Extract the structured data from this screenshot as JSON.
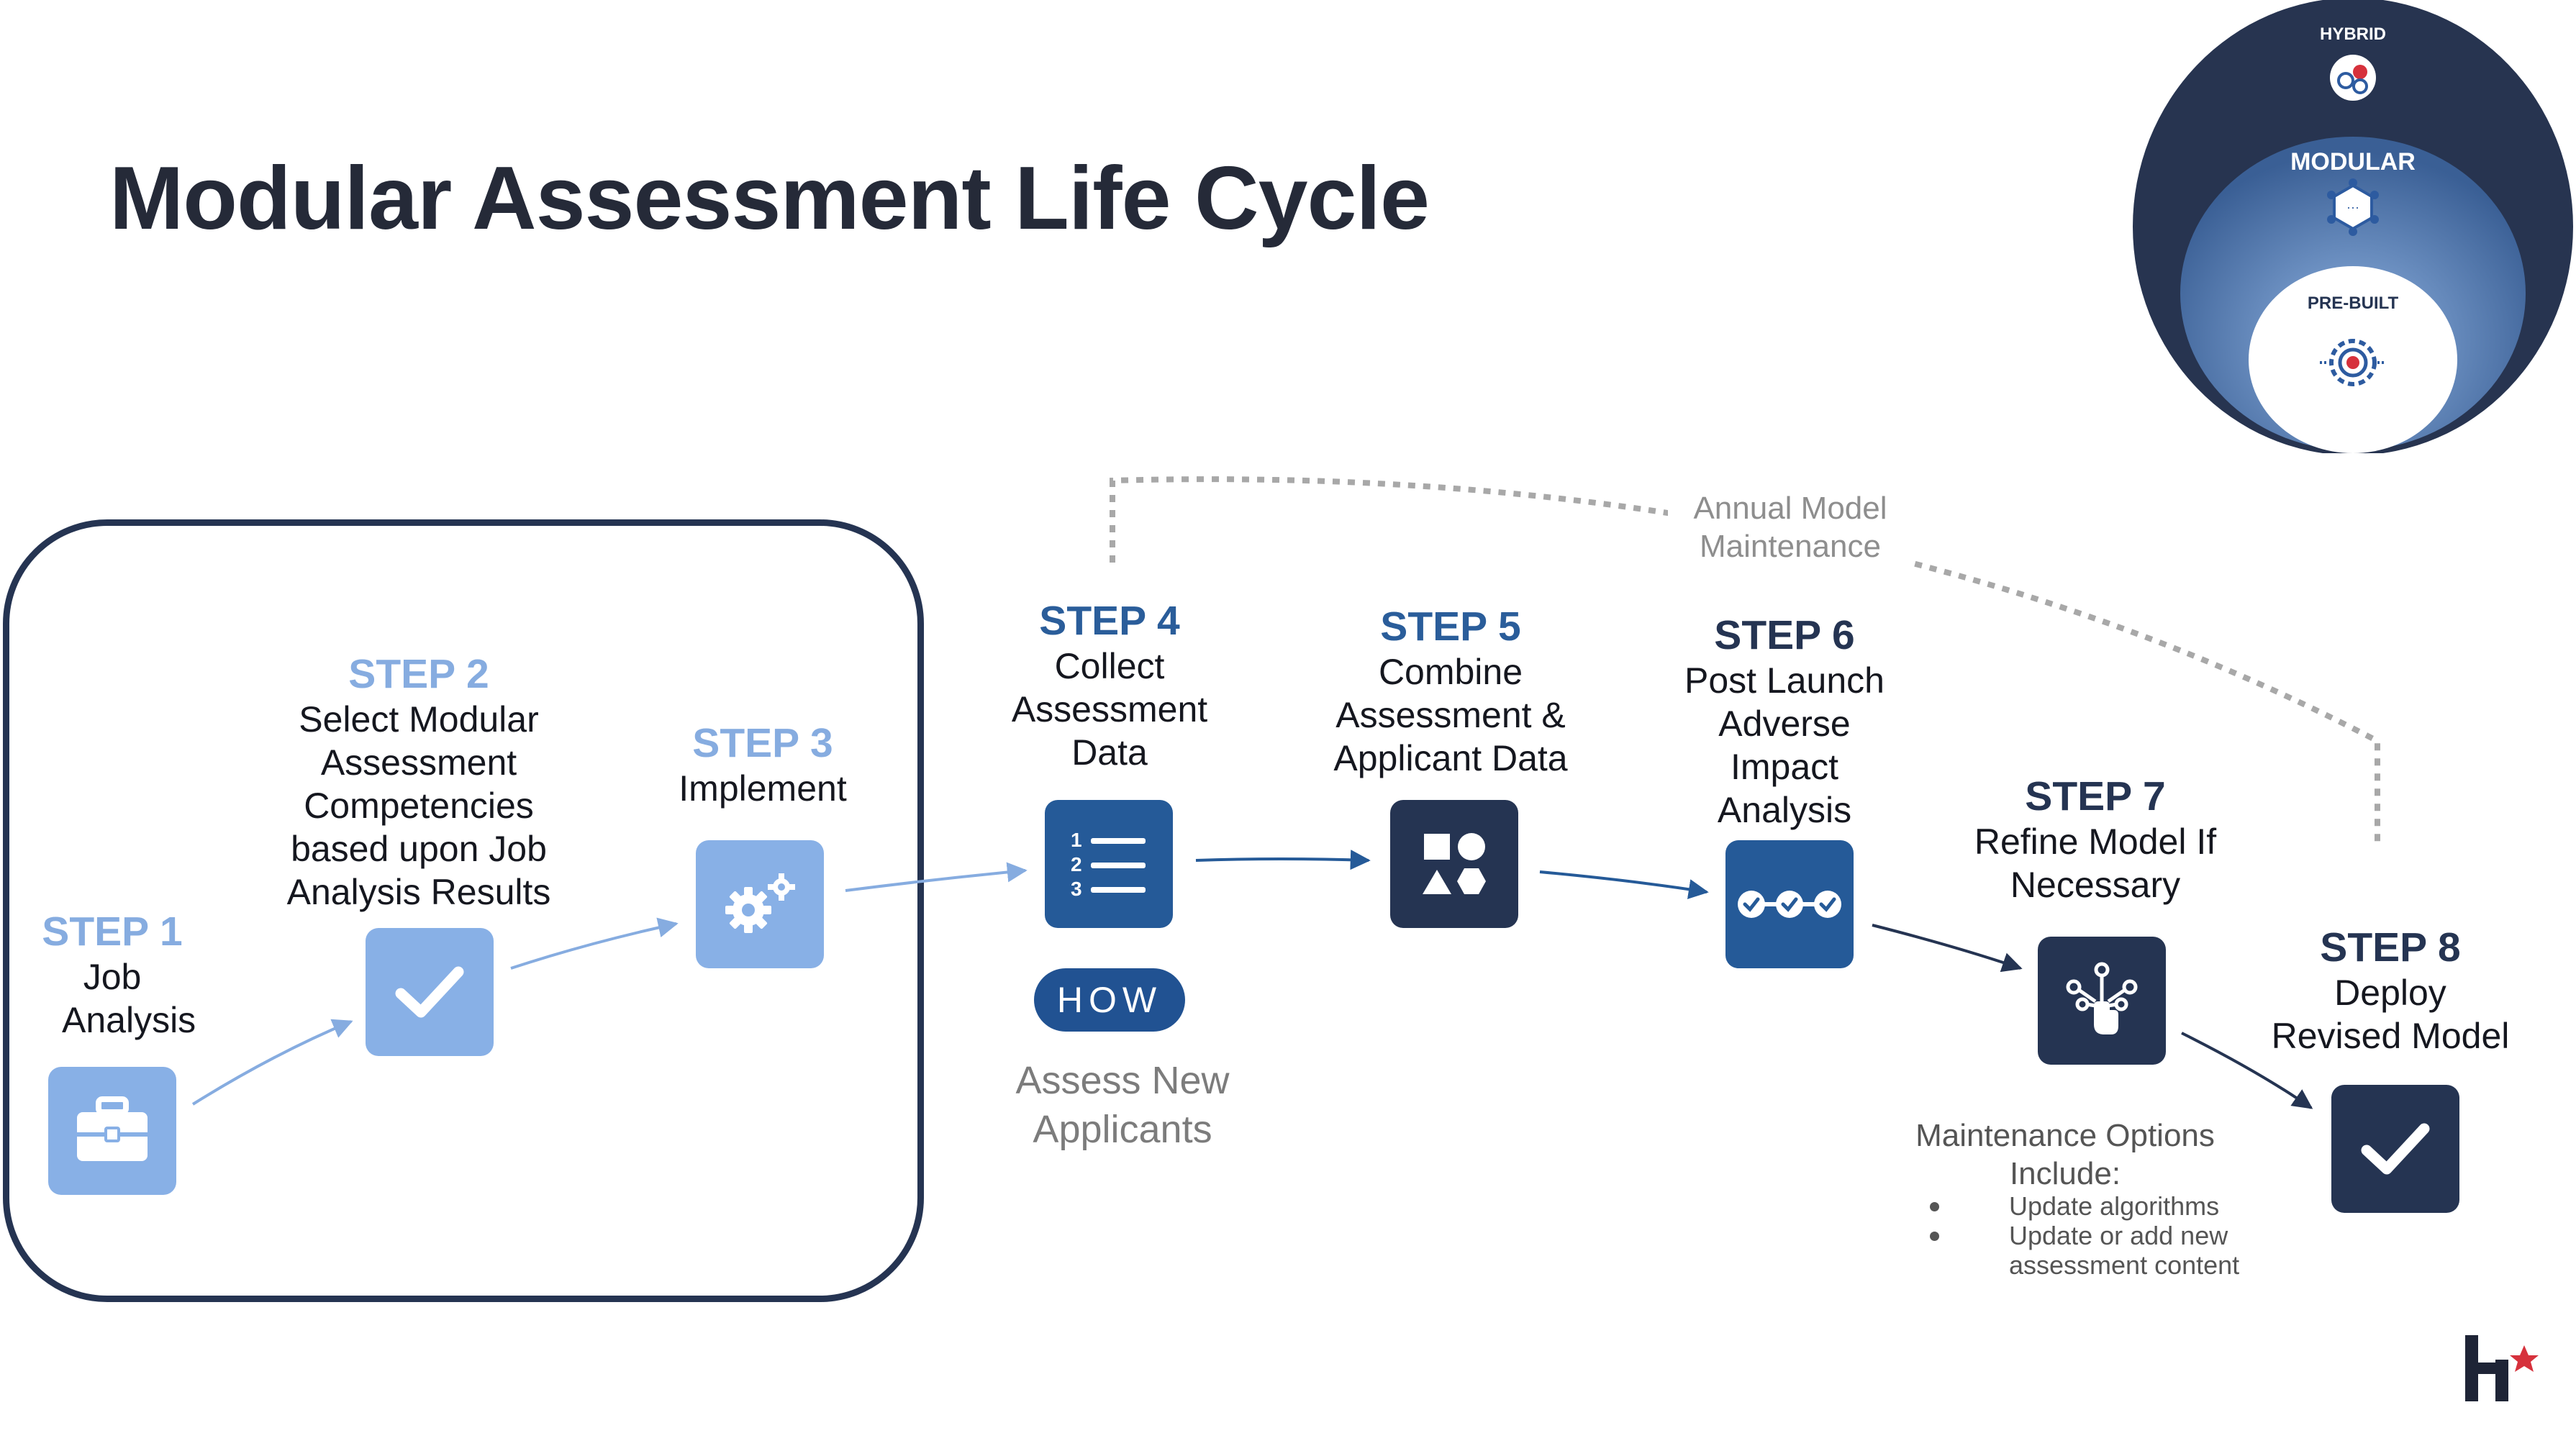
{
  "title": "Modular Assessment Life Cycle",
  "steps": [
    {
      "number": "STEP 1",
      "text": "Job Analysis",
      "icon": "toolbox-icon"
    },
    {
      "number": "STEP 2",
      "text": "Select Modular Assessment Competencies based upon Job Analysis Results",
      "icon": "checkmark-icon"
    },
    {
      "number": "STEP 3",
      "text": "Implement",
      "icon": "gears-icon"
    },
    {
      "number": "STEP 4",
      "text": "Collect Assessment Data",
      "icon": "numbered-list-icon"
    },
    {
      "number": "STEP 5",
      "text": "Combine Assessment & Applicant Data",
      "icon": "shapes-icon"
    },
    {
      "number": "STEP 6",
      "text": "Post Launch Adverse Impact Analysis",
      "icon": "progress-steps-icon"
    },
    {
      "number": "STEP 7",
      "text": "Refine Model If Necessary",
      "icon": "network-hand-icon"
    },
    {
      "number": "STEP 8",
      "text": "Deploy Revised Model",
      "icon": "checkmark-icon"
    }
  ],
  "how_label": "HOW",
  "assess_new": "Assess New Applicants",
  "annual_maintenance": "Annual Model Maintenance",
  "maintenance": {
    "title": "Maintenance Options Include:",
    "options": [
      "Update algorithms",
      "Update or add new assessment content"
    ]
  },
  "model_circle": {
    "outer_label": "HYBRID",
    "middle_label": "MODULAR",
    "inner_label": "PRE-BUILT"
  },
  "colors": {
    "navy": "#253452",
    "mid_blue": "#255a98",
    "light_blue": "#88b0e6",
    "logo_star": "#d6313c"
  }
}
